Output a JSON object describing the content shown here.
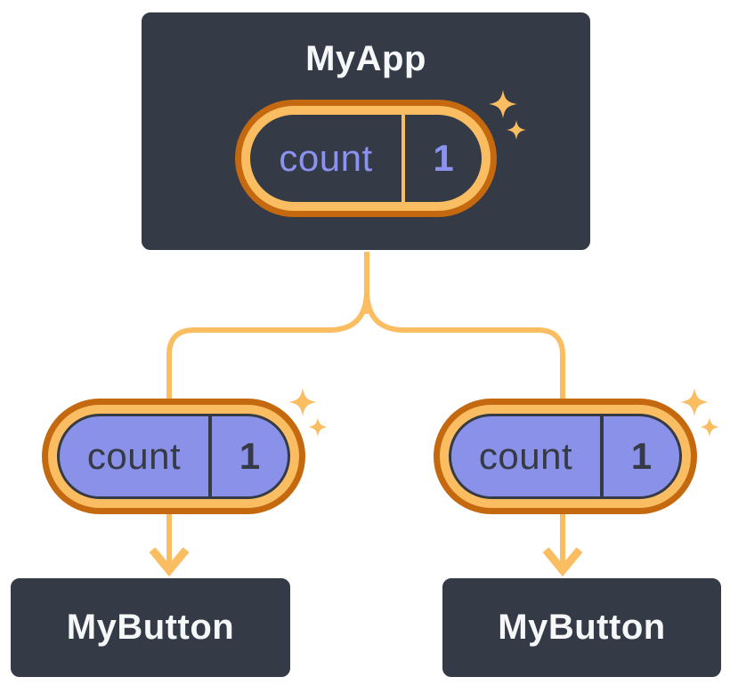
{
  "colors": {
    "page_bg": "#ffffff",
    "box_bg": "#343a46",
    "box_border": "#ffffff",
    "title_text": "#f6f7f9",
    "ring_dark": "#c4690f",
    "ring_light": "#fabd62",
    "purple_fill": "#8a91e8",
    "purple_text": "#8b93ef",
    "dark_text": "#353a45",
    "connector": "#fabd62",
    "sparkle": "#fabd62"
  },
  "root": {
    "title": "MyApp",
    "state_pill": {
      "label": "count",
      "value": "1"
    }
  },
  "children": [
    {
      "title": "MyButton",
      "prop_pill": {
        "label": "count",
        "value": "1"
      }
    },
    {
      "title": "MyButton",
      "prop_pill": {
        "label": "count",
        "value": "1"
      }
    }
  ],
  "icons": {
    "sparkle": "sparkle-icon",
    "arrow": "arrow-down-icon"
  }
}
